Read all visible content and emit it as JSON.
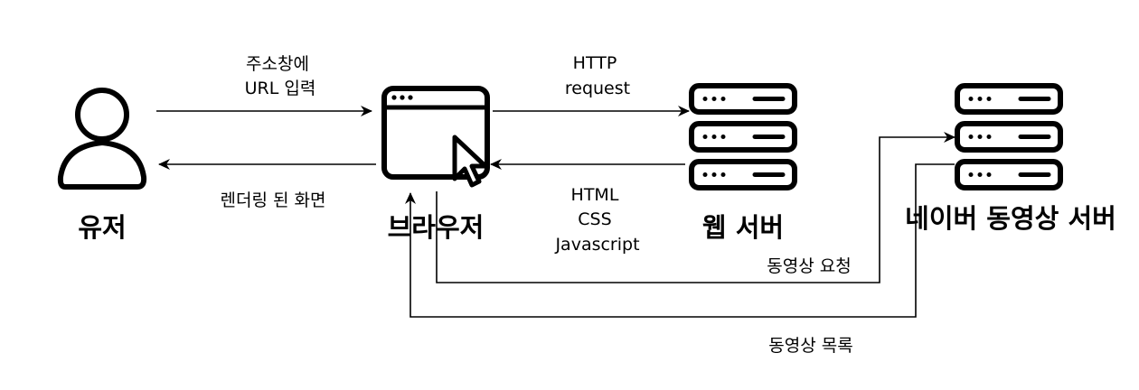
{
  "nodes": {
    "user": {
      "label": "유저"
    },
    "browser": {
      "label": "브라우저"
    },
    "web_server": {
      "label": "웹 서버"
    },
    "naver_server": {
      "label": "네이버 동영상 서버"
    }
  },
  "edges": {
    "user_to_browser": {
      "lines": [
        "주소창에",
        "URL 입력"
      ]
    },
    "browser_to_user": {
      "lines": [
        "렌더링 된 화면"
      ]
    },
    "browser_to_web": {
      "lines": [
        "HTTP",
        "request"
      ]
    },
    "web_to_browser": {
      "lines": [
        "HTML",
        "CSS",
        "Javascript"
      ]
    },
    "browser_to_naver": {
      "lines": [
        "동영상 요청"
      ]
    },
    "naver_to_browser": {
      "lines": [
        "동영상 목록"
      ]
    }
  },
  "colors": {
    "stroke": "#000000",
    "background": "#ffffff"
  }
}
